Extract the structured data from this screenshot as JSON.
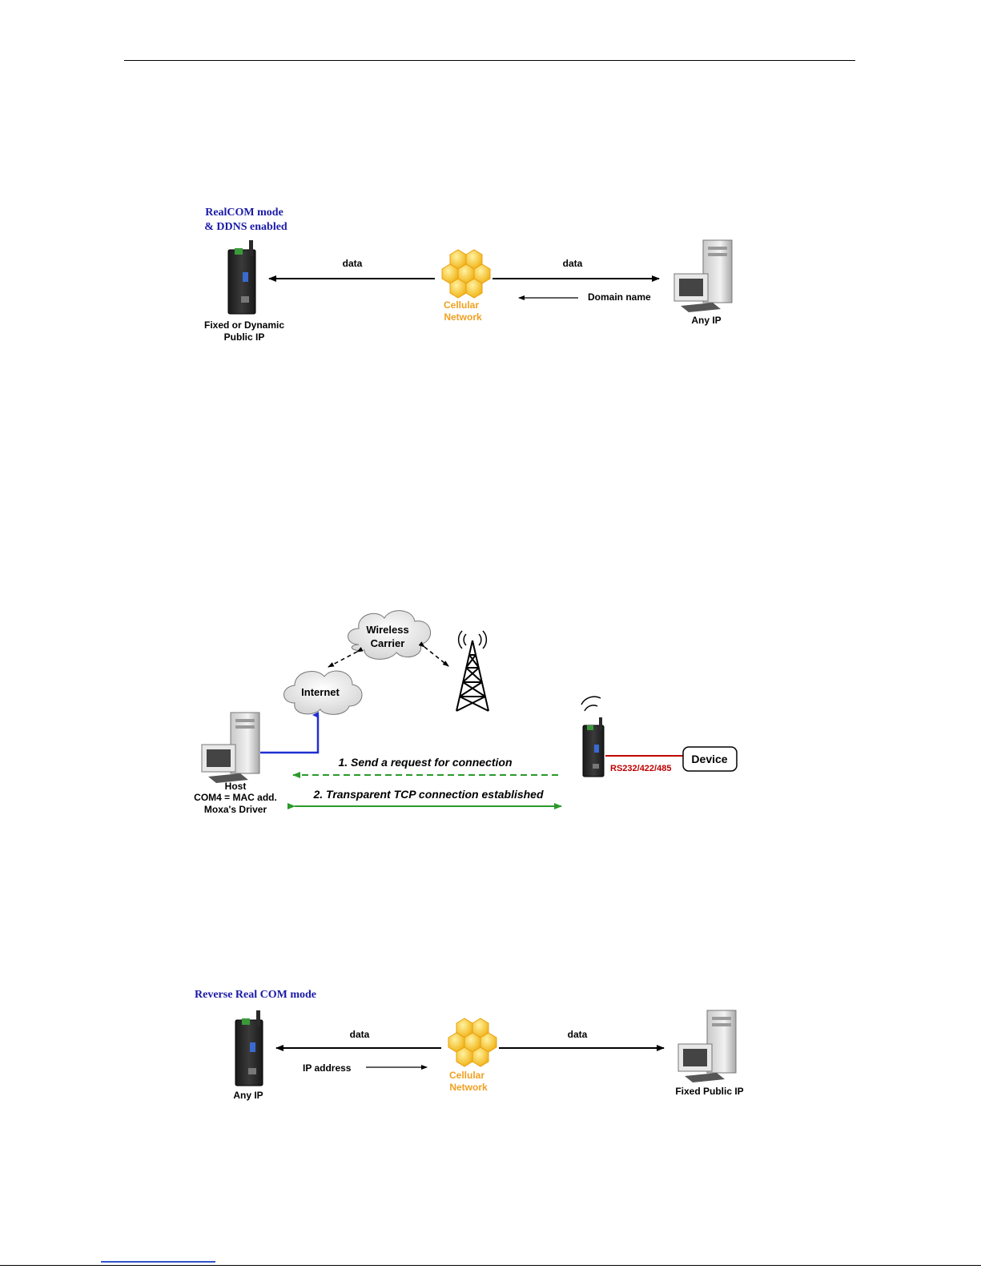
{
  "diagram1": {
    "title_line1": "RealCOM mode",
    "title_line2": "& DDNS enabled",
    "left_data": "data",
    "right_data": "data",
    "network_line1": "Cellular",
    "network_line2": "Network",
    "domain_label": "Domain name",
    "device_line1": "Fixed or Dynamic",
    "device_line2": "Public IP",
    "server_label": "Any IP"
  },
  "diagram2": {
    "carrier_line1": "Wireless",
    "carrier_line2": "Carrier",
    "internet_label": "Internet",
    "step1": "1. Send a request for connection",
    "step2": "2. Transparent TCP connection established",
    "host_line1": "Host",
    "host_line2": "COM4 = MAC add.",
    "host_line3": "Moxa's Driver",
    "serial_label": "RS232/422/485",
    "device_label": "Device"
  },
  "diagram3": {
    "title": "Reverse Real COM mode",
    "left_data": "data",
    "right_data": "data",
    "ip_label": "IP address",
    "network_line1": "Cellular",
    "network_line2": "Network",
    "device_label": "Any IP",
    "server_label": "Fixed Public IP"
  },
  "colors": {
    "title_blue": "#1a1aa8",
    "network_orange": "#f0a020",
    "link_blue": "#1f2fd0",
    "serial_red": "#c00000",
    "tcp_green": "#2a9a2a"
  }
}
